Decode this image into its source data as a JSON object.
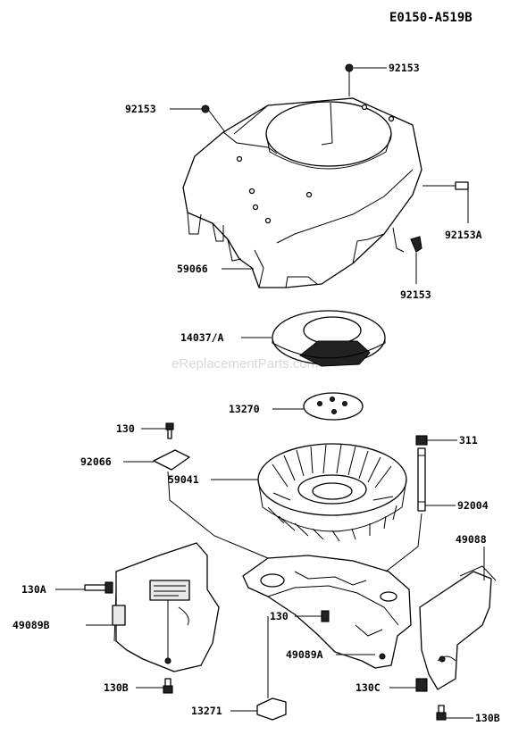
{
  "diagram_code": "E0150-A519B",
  "watermark": "eReplacementParts.com",
  "labels": {
    "p92153_top": "92153",
    "p92153_left": "92153",
    "p92153a": "92153A",
    "p92153_right": "92153",
    "p59066": "59066",
    "p14037": "14037/A",
    "p13270": "13270",
    "p130_top": "130",
    "p92066": "92066",
    "p59041": "59041",
    "p311": "311",
    "p92004": "92004",
    "p49088": "49088",
    "p130a": "130A",
    "p49089b": "49089B",
    "p130_mid": "130",
    "p49089a": "49089A",
    "p130b_left": "130B",
    "p130c": "130C",
    "p13271": "13271",
    "p130b_right": "130B"
  }
}
